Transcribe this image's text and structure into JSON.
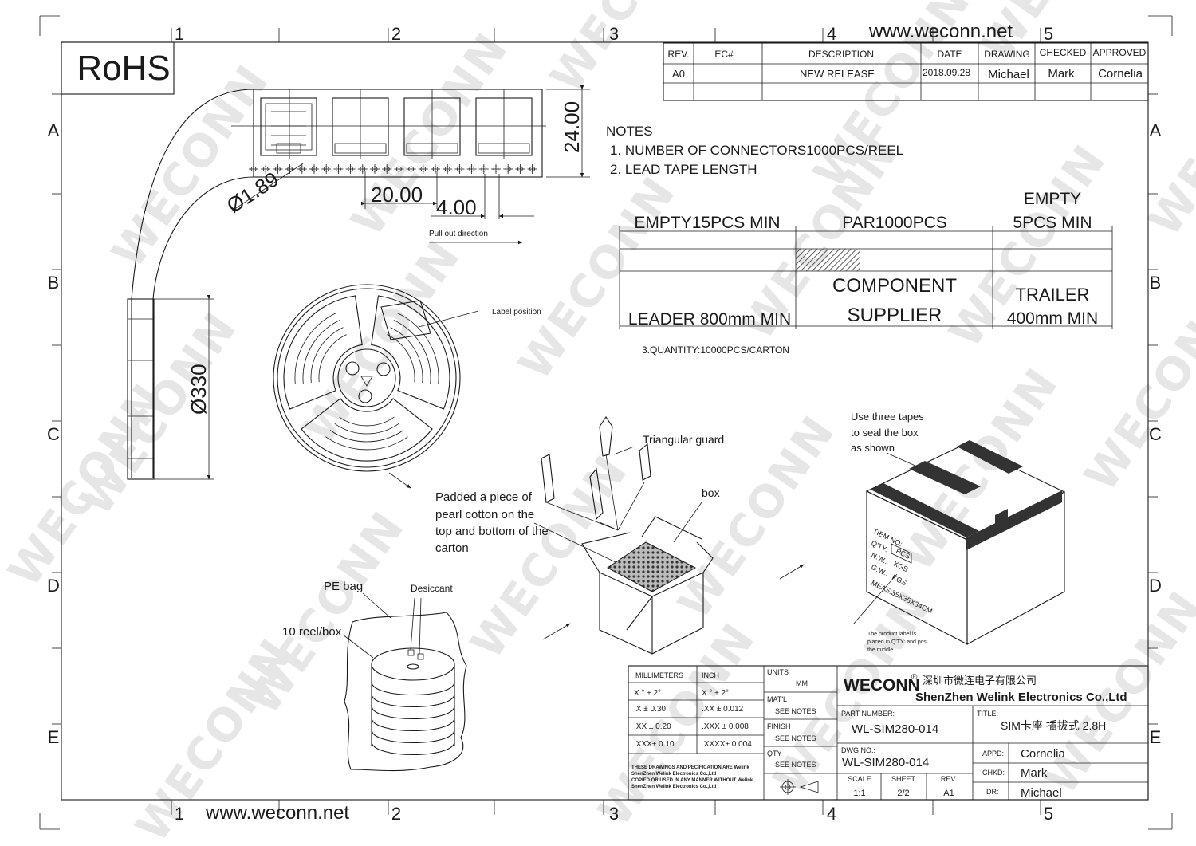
{
  "watermark": "WECONN",
  "website": "www.weconn.net",
  "rohs": "RoHS",
  "grid": {
    "columns": [
      "1",
      "2",
      "3",
      "4",
      "5"
    ],
    "rows": [
      "A",
      "B",
      "C",
      "D",
      "E"
    ]
  },
  "revision_table": {
    "headers": [
      "REV.",
      "EC#",
      "DESCRIPTION",
      "DATE",
      "DRAWING",
      "CHECKED",
      "APPROVED"
    ],
    "row": [
      "A0",
      "",
      "NEW RELEASE",
      "2018.09.28",
      "Michael",
      "Mark",
      "Cornelia"
    ]
  },
  "notes": {
    "title": "NOTES",
    "items": [
      "1. NUMBER OF CONNECTORS1000PCS/REEL",
      "2. LEAD TAPE LENGTH"
    ],
    "quantity": "3.QUANTITY:10000PCS/CARTON"
  },
  "tape_diagram": {
    "top": [
      "EMPTY15PCS MIN",
      "PAR1000PCS"
    ],
    "top_right": [
      "EMPTY",
      "5PCS MIN"
    ],
    "bottom_left": "LEADER 800mm MIN",
    "bottom_mid": [
      "COMPONENT",
      "SUPPLIER"
    ],
    "bottom_right": [
      "TRAILER",
      "400mm MIN"
    ]
  },
  "dimensions": {
    "hole": "Ø1.89",
    "pitch": "20.00",
    "hole_pitch": "4.00",
    "width": "24.00",
    "reel_diameter": "Ø330",
    "pull_out": "Pull out direction"
  },
  "labels": {
    "label_position": "Label position",
    "triangular_guard": "Triangular guard",
    "box": "box",
    "padded": [
      "Padded a piece of",
      "pearl cotton on the",
      "top and bottom of the",
      "carton"
    ],
    "pe_bag": "PE bag",
    "desiccant": "Desiccant",
    "reel_box": "10 reel/box",
    "three_tapes": [
      "Use three tapes",
      "to seal the box",
      "as shown"
    ],
    "carton_label": [
      "TIEM NO:",
      "Q'TY:",
      "PCS",
      "N.W.:",
      "KGS",
      "G.W.:",
      "KGS",
      "MEAS:35X35X34CM"
    ],
    "product_label_note": [
      "The product label is",
      "placed in Q'TY:  and pcs",
      "the middle"
    ]
  },
  "title_block": {
    "tolerance": {
      "headers": [
        "MILLIMETERS",
        "INCH"
      ],
      "rows": [
        [
          "X.°  ± 2°",
          "X.°  ± 2°"
        ],
        [
          ".X   ± 0.30",
          ".XX  ± 0.012"
        ],
        [
          ".XX  ± 0.20",
          ".XXX ± 0.008"
        ],
        [
          ".XXX± 0.10",
          ".XXXX± 0.004"
        ]
      ]
    },
    "units_label": "UNITS",
    "units": "MM",
    "matl_label": "MAT'L",
    "matl": "SEE NOTES",
    "finish_label": "FINISH",
    "finish": "SEE NOTES",
    "qty_label": "QTY",
    "qty": "SEE NOTES",
    "disclaimer": [
      "THESE DRAWINGS AND PECIFICATION  ARE Welink",
      "ShenZhen Welink Electronics Co.,Ltd",
      " COPIED OR USED IN ANY MANNER WITHOUT Welink",
      "ShenZhen Welink Electronics Co.,Ltd"
    ],
    "company_logo": "WECONN",
    "company_cn": "深圳市微连电子有限公司",
    "company_en": "ShenZhen Welink Electronics Co.,Ltd",
    "part_number_label": "PART NUMBER:",
    "part_number": "WL-SIM280-014",
    "title_label": "TITLE:",
    "title": "SIM卡座 插拔式 2.8H",
    "dwg_label": "DWG NO.:",
    "dwg_no": "WL-SIM280-014",
    "scale_label": "SCALE",
    "scale": "1:1",
    "sheet_label": "SHEET",
    "sheet": "2/2",
    "rev_label": "REV.",
    "rev": "A1",
    "appd_label": "APPD:",
    "appd": "Cornelia",
    "chkd_label": "CHKD:",
    "chkd": "Mark",
    "dr_label": "DR:",
    "dr": "Michael"
  }
}
